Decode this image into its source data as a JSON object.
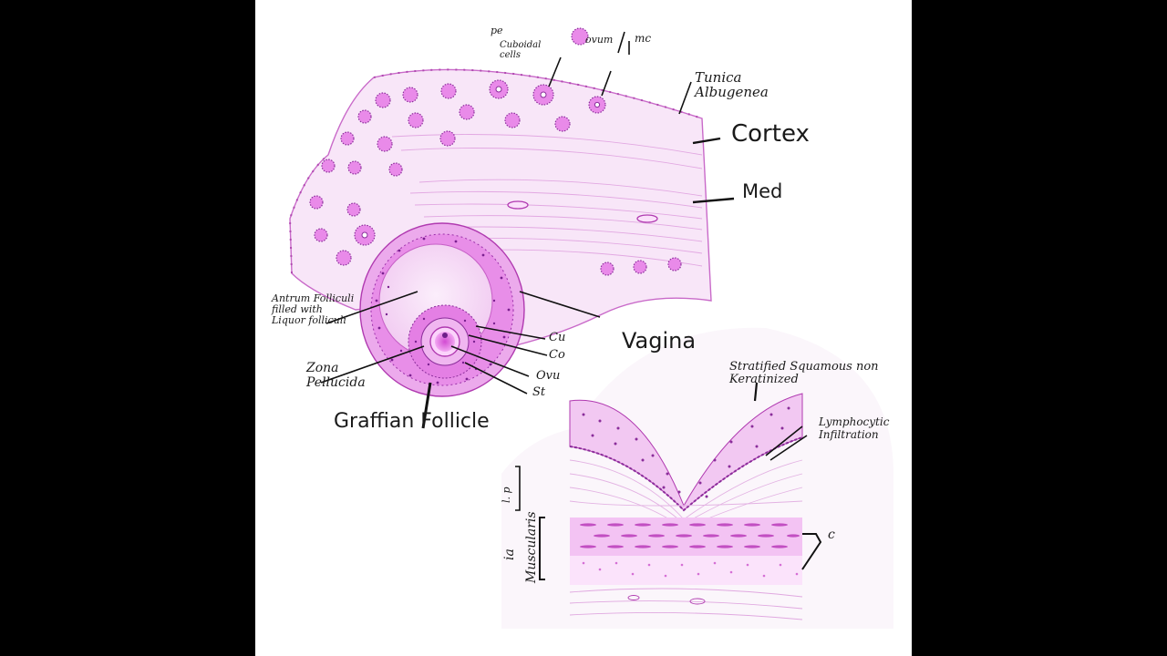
{
  "colors": {
    "background_bars": "#000000",
    "canvas": "#ffffff",
    "tissue_light": "#f6ddf6",
    "tissue_mid": "#ecb6ec",
    "nuclei": "#b03ab0",
    "nuclei_dark": "#6e1f8a",
    "ink": "#111111"
  },
  "ovary_labels": {
    "top_cut": "pe",
    "cuboidal": "Cuboidal cells",
    "ovum": "ovum",
    "ovum_right": "mc",
    "tunica": "Tunica Albugenea",
    "cortex": "Cortex",
    "medulla": "Med",
    "antrum": "Antrum Folliculi filled with Liquor folliculi",
    "vagina_title": "Vagina",
    "cu": "Cu",
    "co": "Co",
    "ovum_lower": "Ovu",
    "st": "St",
    "zona": "Zona Pellucida",
    "graffian": "Graffian Follicle"
  },
  "vagina_labels": {
    "epithelium": "Stratified Squamous non Keratinized",
    "lymphocytic": "Lymphocytic Infiltration",
    "lamina": "ia",
    "muscularis": "Muscularis",
    "lp_cut": "l. p",
    "right_cut": "c"
  }
}
